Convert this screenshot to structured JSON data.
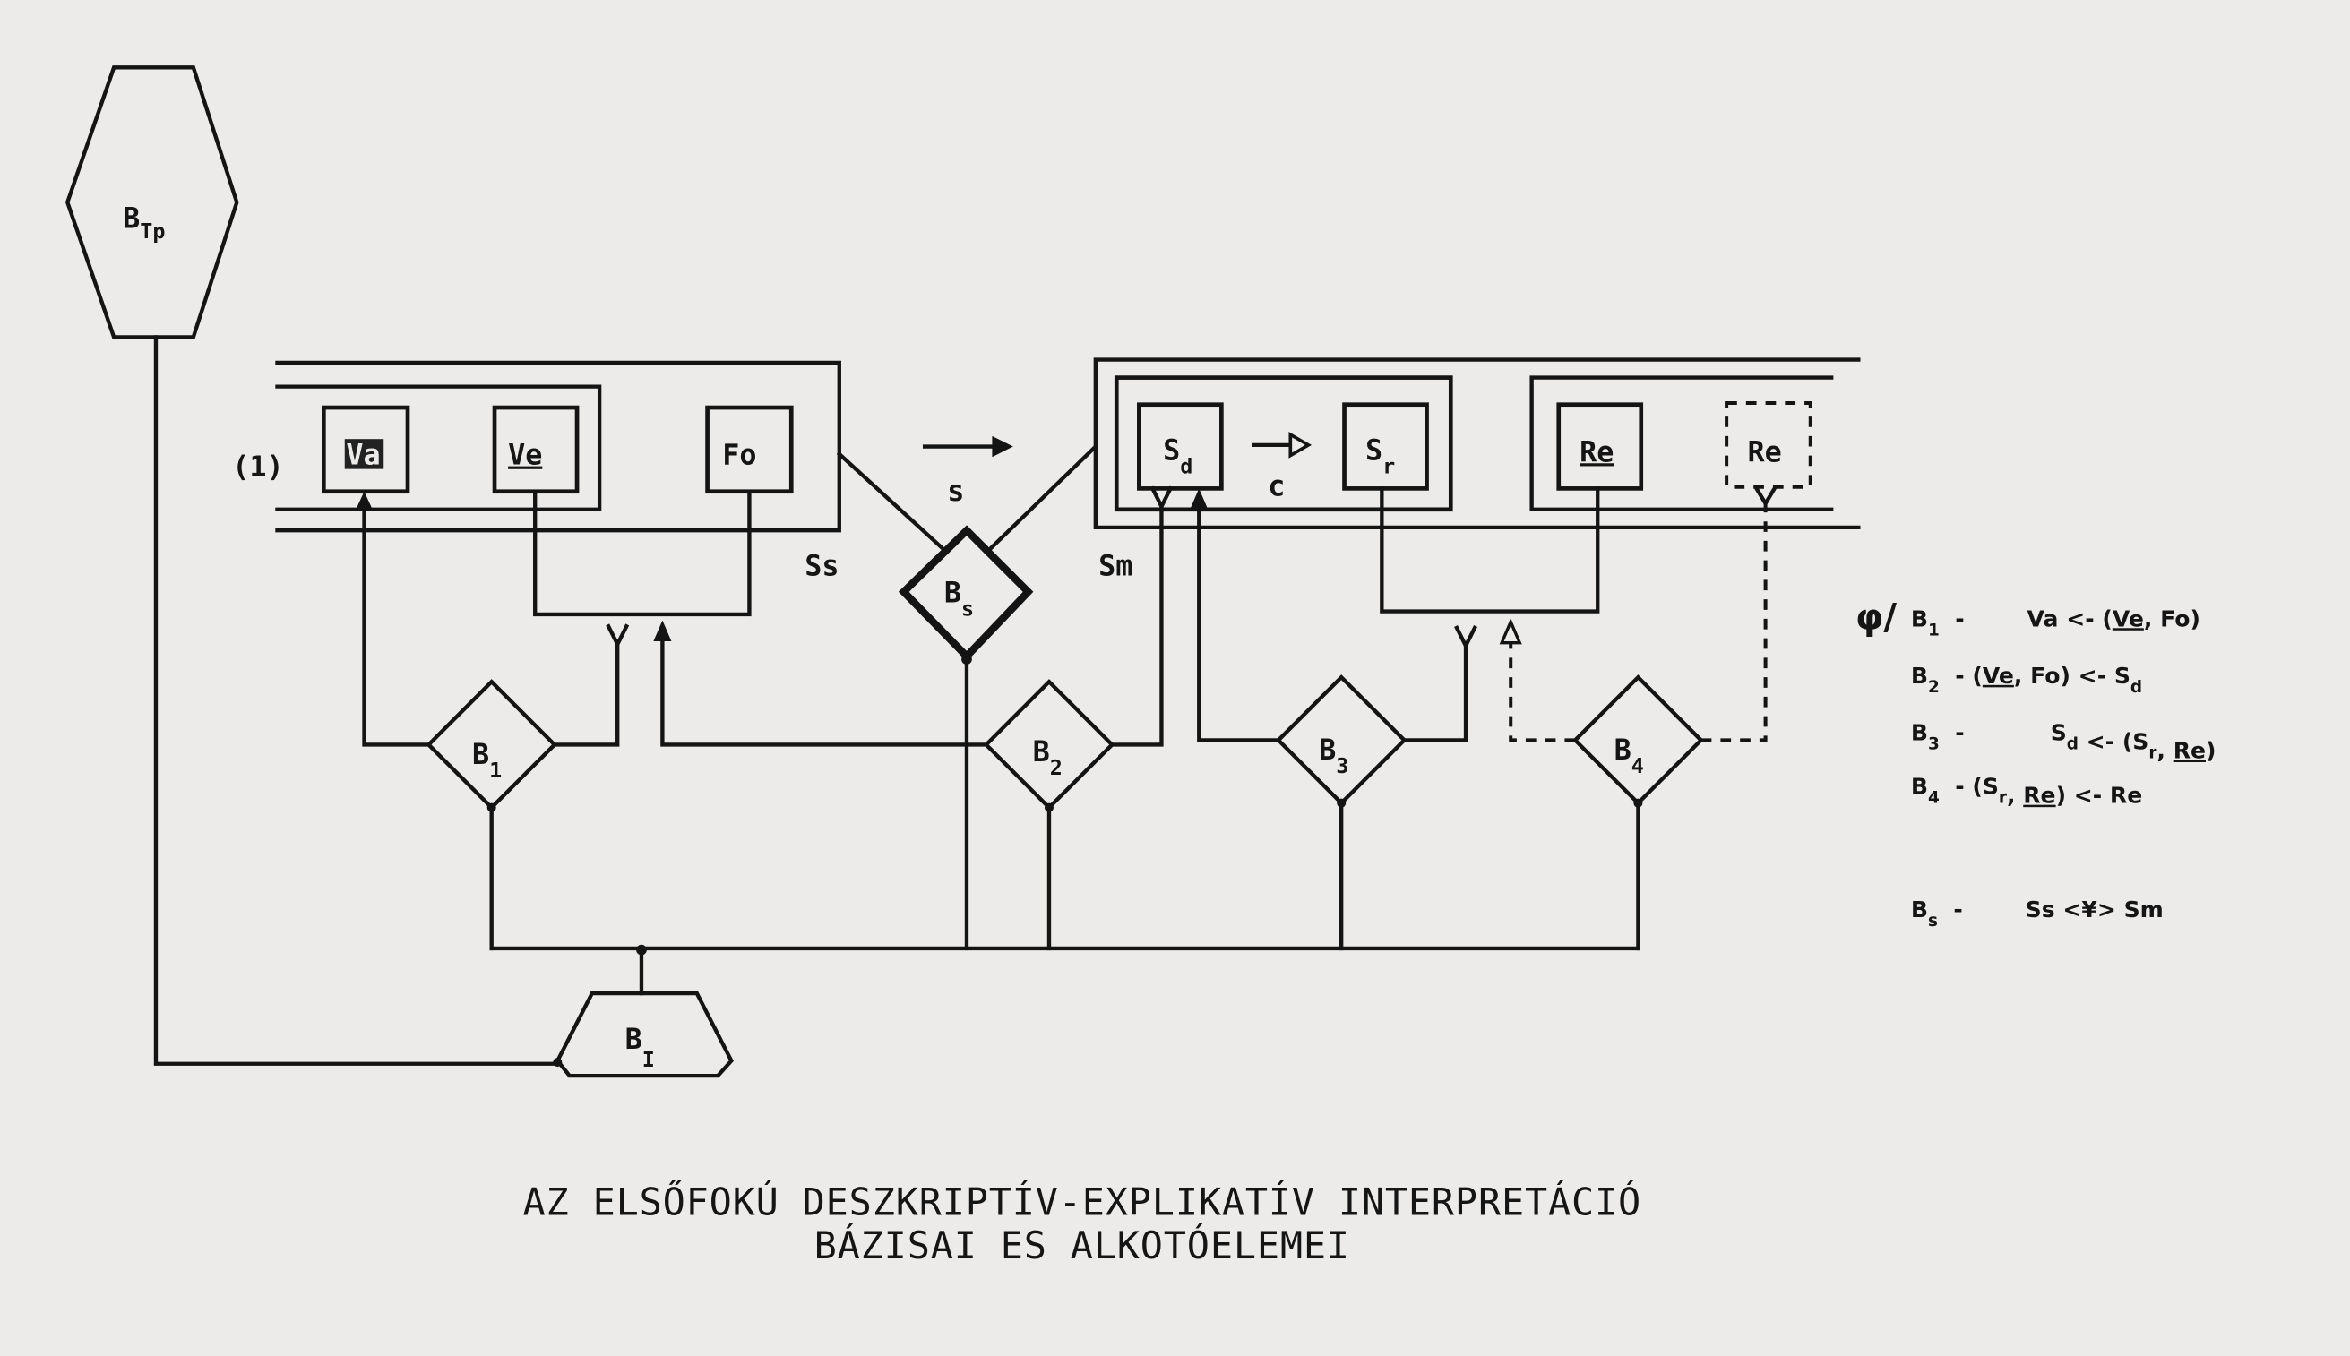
{
  "nodes": {
    "btp": {
      "base": "B",
      "sub": "Tp"
    },
    "bi": {
      "base": "B",
      "sub": "I"
    },
    "bs": {
      "base": "B",
      "sub": "s"
    },
    "b1": {
      "base": "B",
      "sub": "1"
    },
    "b2": {
      "base": "B",
      "sub": "2"
    },
    "b3": {
      "base": "B",
      "sub": "3"
    },
    "b4": {
      "base": "B",
      "sub": "4"
    }
  },
  "left_system": {
    "marker": "(1)",
    "label": "Ss",
    "boxes": {
      "va": "Va",
      "ve": "Ve",
      "fo": "Fo"
    }
  },
  "transition": {
    "label": "s"
  },
  "right_system": {
    "label": "Sm",
    "sd": {
      "base": "S",
      "sub": "d"
    },
    "sr": {
      "base": "S",
      "sub": "r"
    },
    "c_label": "c",
    "re": "Re",
    "re_dashed": "Re"
  },
  "legend": {
    "prefix": "φ/",
    "rows": [
      {
        "base": "B",
        "sub": "1",
        "parts": [
          {
            "t": "-        Va <- ("
          },
          {
            "t": "Ve",
            "u": true
          },
          {
            "t": ", Fo)"
          }
        ]
      },
      {
        "base": "B",
        "sub": "2",
        "parts": [
          {
            "t": "- ("
          },
          {
            "t": "Ve",
            "u": true
          },
          {
            "t": ", Fo) <- S"
          },
          {
            "t": "d",
            "sub": true
          }
        ]
      },
      {
        "base": "B",
        "sub": "3",
        "parts": [
          {
            "t": "-           S"
          },
          {
            "t": "d",
            "sub": true
          },
          {
            "t": " <- (S"
          },
          {
            "t": "r",
            "sub": true
          },
          {
            "t": ", "
          },
          {
            "t": "Re",
            "u": true
          },
          {
            "t": ")"
          }
        ]
      },
      {
        "base": "B",
        "sub": "4",
        "parts": [
          {
            "t": "- (S"
          },
          {
            "t": "r",
            "sub": true
          },
          {
            "t": ", "
          },
          {
            "t": "Re",
            "u": true
          },
          {
            "t": ") <- Re"
          }
        ]
      },
      {
        "base": "B",
        "sub": "s",
        "parts": [
          {
            "t": "-        Ss <¥> Sm"
          }
        ]
      }
    ]
  },
  "caption": {
    "line1": "AZ ELSŐFOKÚ DESZKRIPTÍV-EXPLIKATÍV INTERPRETÁCIÓ",
    "line2": "BÁZISAI ES ALKOTÓELEMEI"
  }
}
